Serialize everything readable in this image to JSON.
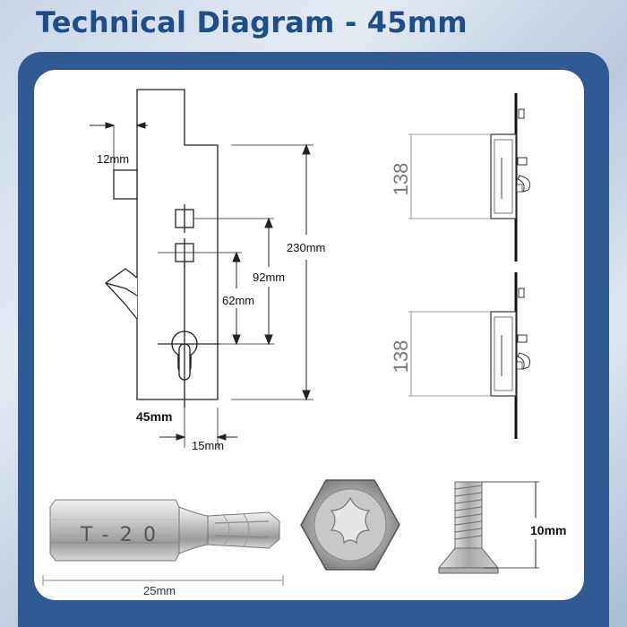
{
  "header": {
    "title": "Technical Diagram - 45mm"
  },
  "lock_diagram": {
    "dim_12": "12mm",
    "dim_230": "230mm",
    "dim_92": "92mm",
    "dim_62": "62mm",
    "dim_45": "45mm",
    "dim_15": "15mm"
  },
  "side_views": {
    "top_label": "138",
    "bottom_label": "138"
  },
  "bit": {
    "marking": "T-20",
    "length_label": "25mm"
  },
  "screw": {
    "length_label": "10mm"
  }
}
